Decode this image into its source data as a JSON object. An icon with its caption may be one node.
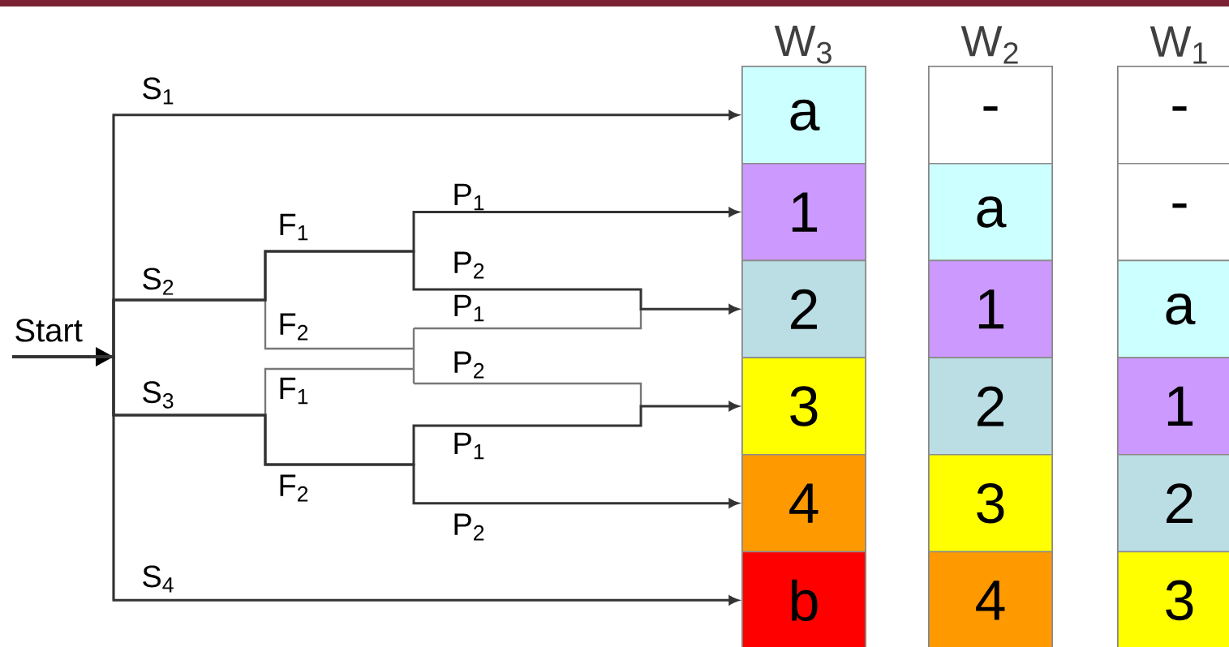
{
  "diagram": {
    "nodes": [
      {
        "text": [
          "Start"
        ]
      },
      {
        "text": [
          "W$_{3}$"
        ]
      },
      {
        "text": [
          "a"
        ],
        "in": 1
      },
      {
        "text": [
          "1"
        ],
        "in": 1
      },
      {
        "text": [
          "2"
        ],
        "in": 1
      },
      {
        "text": [
          "3"
        ],
        "in": 1
      },
      {
        "text": [
          "4"
        ],
        "in": 1
      },
      {
        "text": [
          "b"
        ],
        "in": 1
      },
      {
        "text": [
          "W$_{2}$"
        ]
      },
      {
        "text": [
          "-"
        ],
        "in": 8
      },
      {
        "text": [
          "a"
        ],
        "in": 8
      },
      {
        "text": [
          "1"
        ],
        "in": 8
      },
      {
        "text": [
          "2"
        ],
        "in": 8
      },
      {
        "text": [
          "3"
        ],
        "in": 8
      },
      {
        "text": [
          "4"
        ],
        "in": 8
      },
      {
        "text": [
          "W$_{1}$"
        ]
      },
      {
        "text": [
          "-"
        ],
        "in": 15
      },
      {
        "text": [
          "-"
        ],
        "in": 15
      },
      {
        "text": [
          "a"
        ],
        "in": 15
      },
      {
        "text": [
          "1"
        ],
        "in": 15
      },
      {
        "text": [
          "2"
        ],
        "in": 15
      },
      {
        "text": [
          "3"
        ],
        "in": 15
      }
    ],
    "edges": [
      {
        "from": 0,
        "to": 2,
        "arrow": "to",
        "label": "S$_{1}$"
      },
      {
        "from": 0,
        "to": 3,
        "arrow": "to"
      },
      {
        "from": 0,
        "to": 4,
        "arrow": "to"
      },
      {
        "from": 0,
        "to": 5,
        "arrow": "to"
      },
      {
        "from": 0,
        "to": 6,
        "arrow": "to"
      },
      {
        "from": 0,
        "to": 7,
        "arrow": "to",
        "label": "S$_{4}$"
      }
    ],
    "labels": [
      "P$_{1}$",
      "F$_{1}$",
      "P$_{2}$",
      "S$_{2}$",
      "P$_{1}$",
      "F$_{2}$",
      "P$_{2}$",
      "F$_{1}$",
      "S$_{3}$",
      "P$_{1}$",
      "F$_{2}$",
      "P$_{2}$"
    ]
  }
}
